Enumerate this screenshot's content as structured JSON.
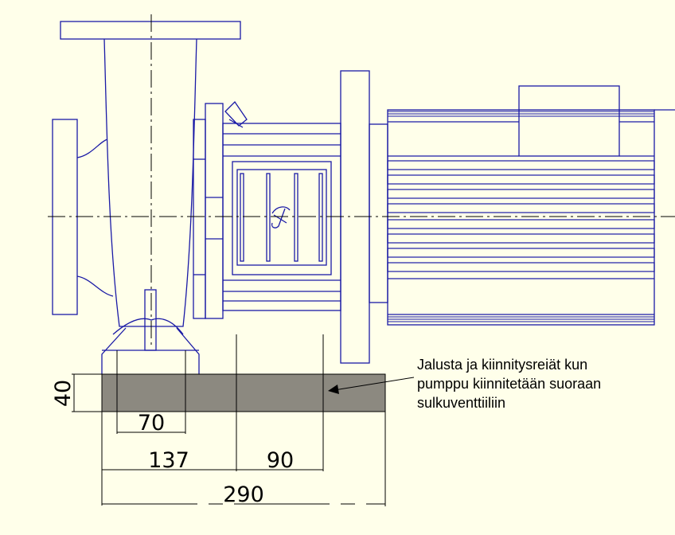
{
  "drawing": {
    "dimensions": {
      "height_40": "40",
      "hole_70": "70",
      "offset_137": "137",
      "offset_90": "90",
      "overall_290": "290"
    },
    "note": {
      "line1": "Jalusta ja kiinnitysreiät kun",
      "line2": "pumppu kiinnitetään suoraan",
      "line3": "sulkuventtiiliin"
    },
    "colors": {
      "background": "#ffffea",
      "pump_outline": "#1a1aa6",
      "base_fill": "#8c8980",
      "dimension_line": "#000000"
    }
  }
}
